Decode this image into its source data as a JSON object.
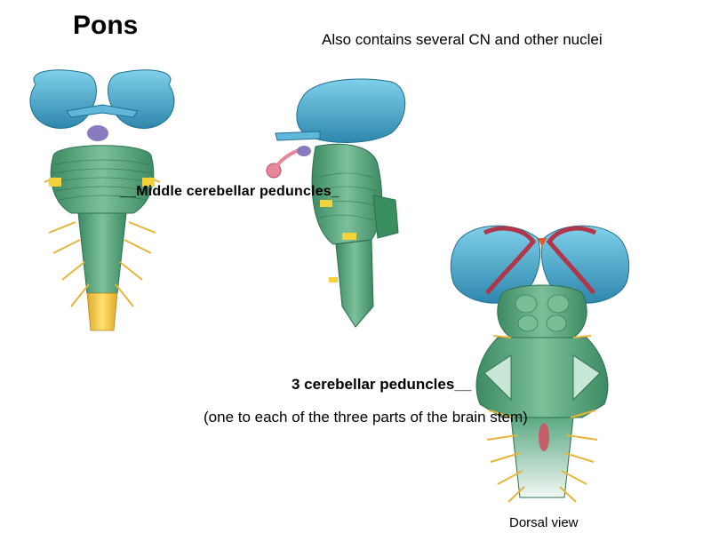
{
  "slide": {
    "title": "Pons",
    "note": "Also contains several CN and other nuclei",
    "label_middle": "__Middle cerebellar peduncles_",
    "label_three": "3 cerebellar peduncles__",
    "label_paren": "(one to each of the three parts of the brain stem)",
    "label_dorsal": "Dorsal view"
  },
  "colors": {
    "cerebrum_blue": "#3aa0c6",
    "stem_green": "#4e9d76",
    "nerve_yellow": "#f0c64a",
    "nucleus_purple": "#8a7bc0"
  },
  "icons": [
    "brainstem-ventral-illustration",
    "brainstem-lateral-illustration",
    "brainstem-dorsal-illustration"
  ]
}
